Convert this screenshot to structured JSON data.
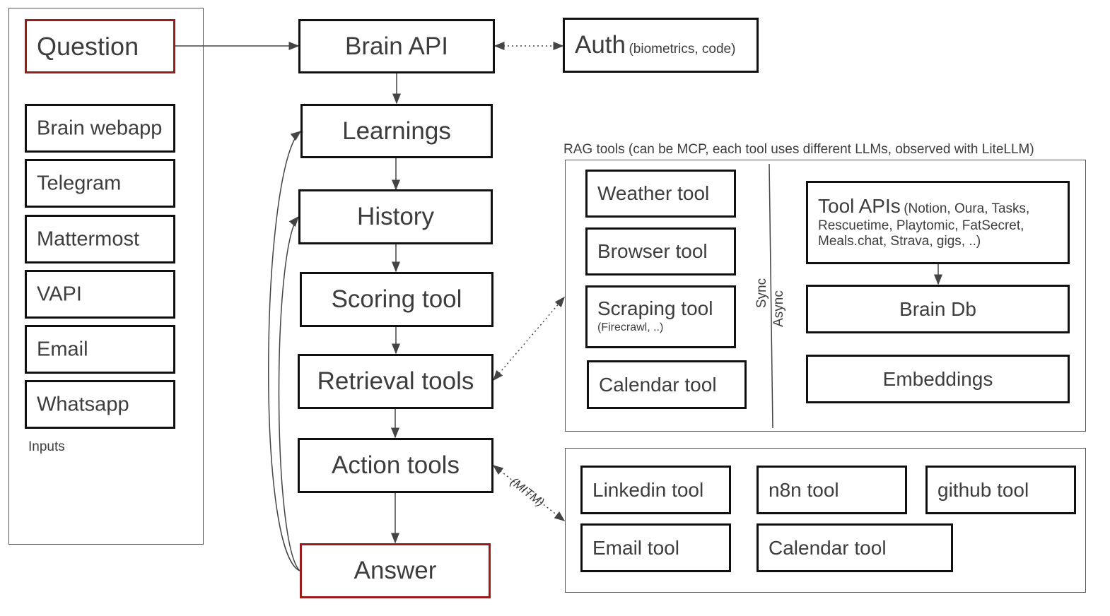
{
  "inputs": {
    "question": "Question",
    "items": [
      "Brain webapp",
      "Telegram",
      "Mattermost",
      "VAPI",
      "Email",
      "Whatsapp"
    ],
    "caption": "Inputs"
  },
  "pipeline": {
    "brain_api": "Brain API",
    "learnings": "Learnings",
    "history": "History",
    "scoring": "Scoring tool",
    "retrieval": "Retrieval tools",
    "action": "Action tools",
    "answer": "Answer"
  },
  "auth": {
    "title": "Auth",
    "detail": "(biometrics, code)"
  },
  "rag": {
    "caption": "RAG tools (can be MCP, each tool uses different LLMs, observed with LiteLLM)",
    "sync_label": "Sync",
    "async_label": "Async",
    "weather": "Weather tool",
    "browser": "Browser tool",
    "scraping": "Scraping tool",
    "scraping_detail": "(Firecrawl, ..)",
    "calendar": "Calendar tool",
    "tool_apis_title": "Tool APIs",
    "tool_apis_line1": "(Notion, Oura, Tasks,",
    "tool_apis_line2": "Rescuetime, Playtomic, FatSecret,",
    "tool_apis_line3": "Meals.chat, Strava, gigs, ..)",
    "brain_db": "Brain Db",
    "embeddings": "Embeddings"
  },
  "actions": {
    "mitm_label": "(MITM)",
    "linkedin": "Linkedin tool",
    "n8n": "n8n tool",
    "github": "github tool",
    "email": "Email tool",
    "calendar": "Calendar tool"
  }
}
